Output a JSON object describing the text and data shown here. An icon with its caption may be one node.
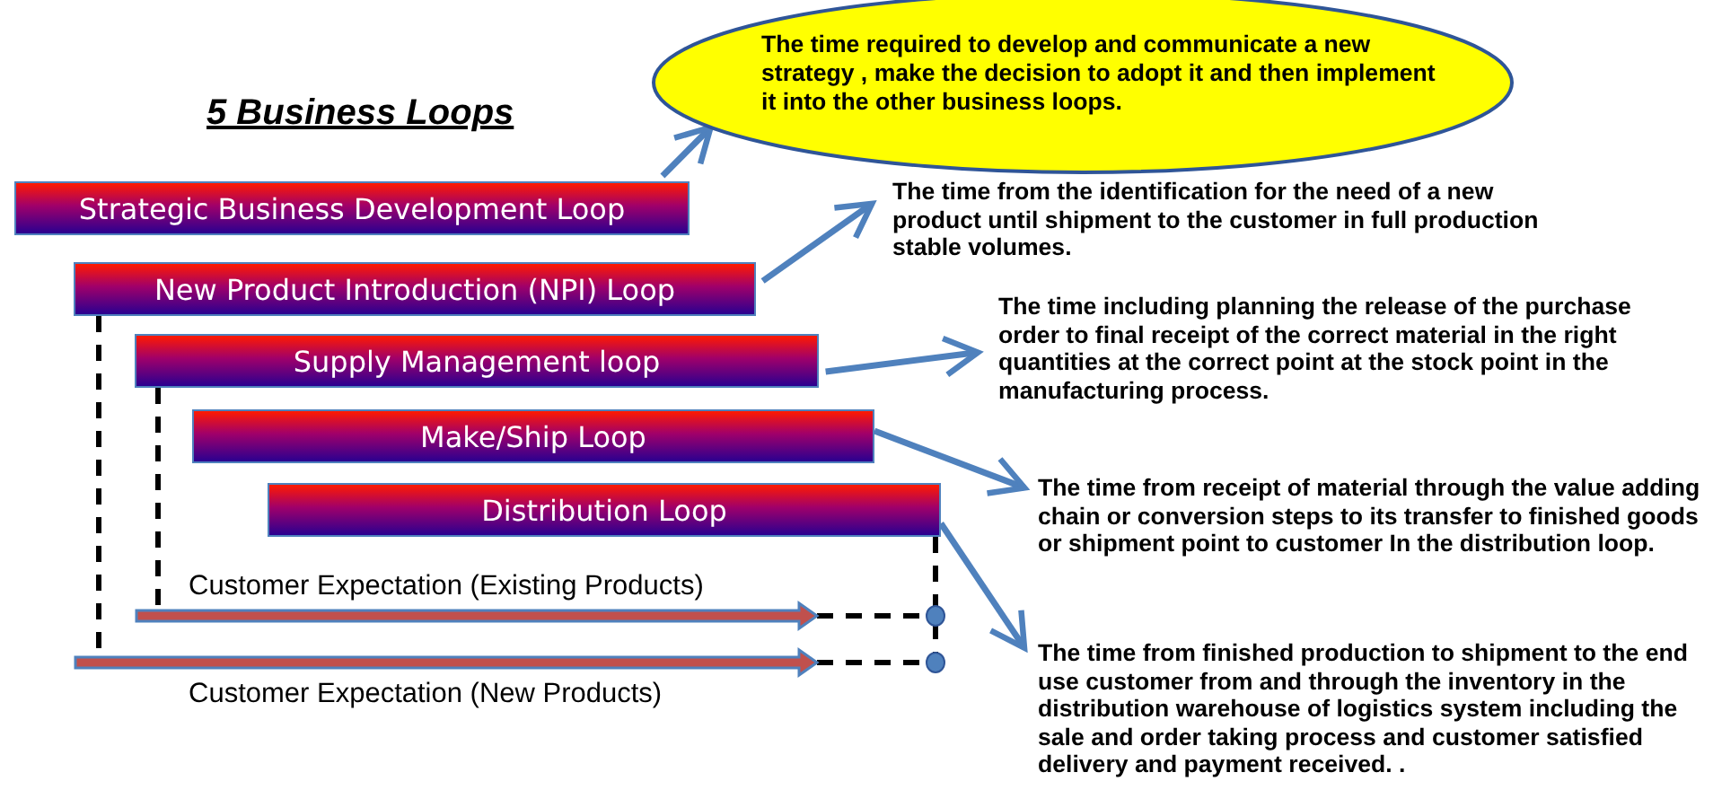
{
  "diagram": {
    "title": "5 Business Loops",
    "nodes": [
      {
        "text": [
          "Strategic Business Development Loop"
        ]
      },
      {
        "text": [
          "New Product Introduction (NPI) Loop"
        ]
      },
      {
        "text": [
          "Supply Management loop"
        ]
      },
      {
        "text": [
          "Make/Ship Loop"
        ]
      },
      {
        "text": [
          "Distribution Loop"
        ]
      },
      {
        "text": [
          "The time required to develop and communicate a new strategy , make the decision to adopt it and then implement it into the other business loops."
        ]
      },
      {
        "text": [
          "The time from the identification for the need of a new product until  shipment to the customer in full production stable volumes."
        ]
      },
      {
        "text": [
          "The time  including planning the release of the purchase order to final receipt of the correct material in the right quantities at the correct point at the stock point in the manufacturing process."
        ]
      },
      {
        "text": [
          "The time from receipt of material  through the value adding chain or conversion steps to its transfer to finished goods or shipment point to customer In the distribution loop."
        ]
      },
      {
        "text": [
          "The time from finished  production to shipment to the end use customer from and through the inventory in the distribution warehouse of logistics system including the sale and order taking process and customer satisfied delivery and payment received. ."
        ]
      }
    ],
    "edges": [
      {
        "from": 0,
        "to": 5,
        "arrow": "to"
      },
      {
        "from": 1,
        "to": 6,
        "arrow": "to"
      },
      {
        "from": 2,
        "to": 7,
        "arrow": "to"
      },
      {
        "from": 3,
        "to": 8,
        "arrow": "to"
      },
      {
        "from": 4,
        "to": 9,
        "arrow": "to"
      }
    ],
    "labels": [
      "Customer Expectation (Existing Products)",
      "Customer Expectation (New Products)"
    ]
  }
}
